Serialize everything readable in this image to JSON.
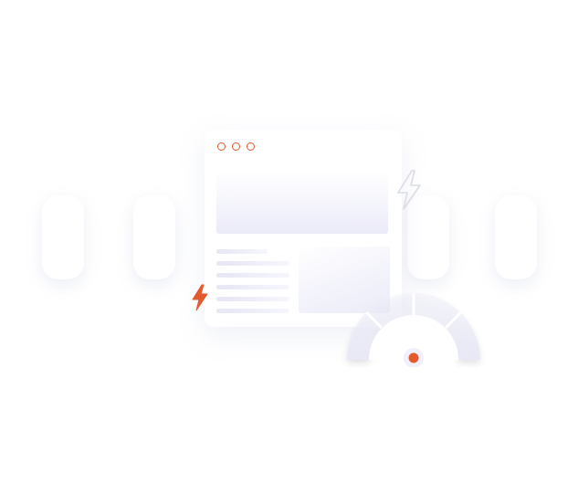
{
  "illustration": {
    "icons": {
      "browser_dots": [
        "dot",
        "dot",
        "dot"
      ],
      "accent_bolt": "lightning-bolt-icon",
      "outline_bolt": "lightning-bolt-icon",
      "gauge": "speedometer-icon"
    },
    "colors": {
      "accent": "#e35a2e",
      "outline": "#dcdce6",
      "soft_fill": "#ecebf8",
      "shadow": "#a0a6c8"
    },
    "gauge_level": 0.5
  }
}
